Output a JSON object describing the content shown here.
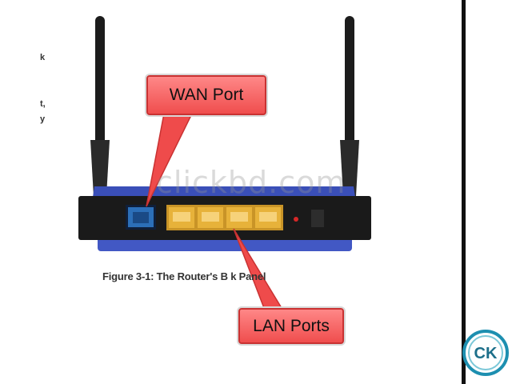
{
  "figure": {
    "caption": "Figure 3-1: The Router's B k Panel",
    "callouts": {
      "wan": "WAN Port",
      "lan": "LAN Ports"
    },
    "watermark": "clickbd.com",
    "margin_fragments": [
      "k",
      "t,",
      "y"
    ]
  },
  "logo": {
    "text": "CK"
  },
  "colors": {
    "callout_fill": "#ef4b4b",
    "port_yellow": "#e7b23a",
    "wan_blue": "#2c6fb8",
    "chassis": "#1a1a1a",
    "chassis_blue": "#3a4fb8"
  }
}
